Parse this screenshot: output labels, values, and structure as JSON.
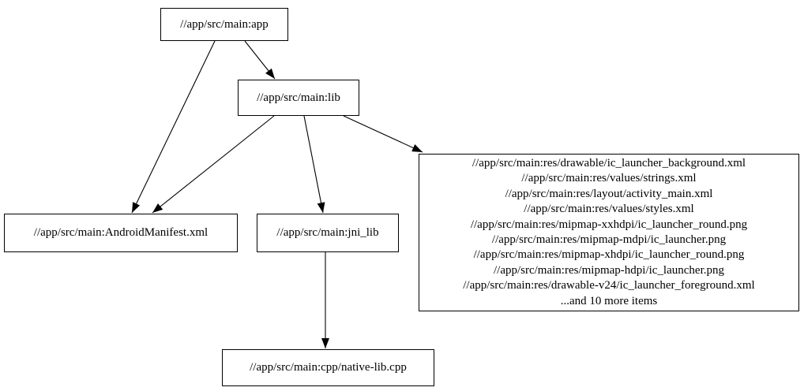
{
  "nodes": {
    "app": {
      "label": "//app/src/main:app"
    },
    "lib": {
      "label": "//app/src/main:lib"
    },
    "android_manifest": {
      "label": "//app/src/main:AndroidManifest.xml"
    },
    "jni_lib": {
      "label": "//app/src/main:jni_lib"
    },
    "native_lib_cpp": {
      "label": "//app/src/main:cpp/native-lib.cpp"
    },
    "res_group": {
      "lines": [
        "//app/src/main:res/drawable/ic_launcher_background.xml",
        "//app/src/main:res/values/strings.xml",
        "//app/src/main:res/layout/activity_main.xml",
        "//app/src/main:res/values/styles.xml",
        "//app/src/main:res/mipmap-xxhdpi/ic_launcher_round.png",
        "//app/src/main:res/mipmap-mdpi/ic_launcher.png",
        "//app/src/main:res/mipmap-xhdpi/ic_launcher_round.png",
        "//app/src/main:res/mipmap-hdpi/ic_launcher.png",
        "//app/src/main:res/drawable-v24/ic_launcher_foreground.xml",
        "...and 10 more items"
      ]
    }
  },
  "edges": [
    {
      "from": "//app/src/main:app",
      "to": "//app/src/main:lib"
    },
    {
      "from": "//app/src/main:app",
      "to": "//app/src/main:AndroidManifest.xml"
    },
    {
      "from": "//app/src/main:lib",
      "to": "//app/src/main:AndroidManifest.xml"
    },
    {
      "from": "//app/src/main:lib",
      "to": "//app/src/main:jni_lib"
    },
    {
      "from": "//app/src/main:lib",
      "to": "res_group"
    },
    {
      "from": "//app/src/main:jni_lib",
      "to": "//app/src/main:cpp/native-lib.cpp"
    }
  ],
  "colors": {
    "background": "#ffffff",
    "node_fill": "#ffffff",
    "node_border": "#000000",
    "edge": "#000000",
    "text": "#000000"
  }
}
